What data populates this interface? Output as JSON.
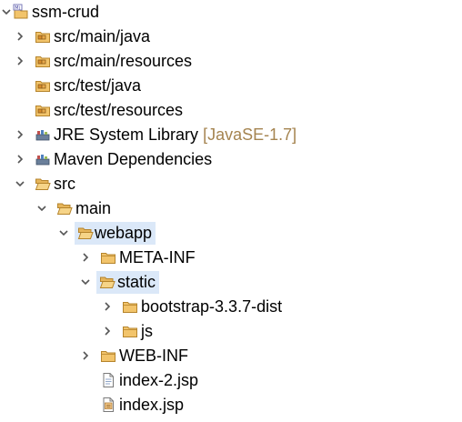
{
  "project": {
    "name": "ssm-crud"
  },
  "tree": {
    "items": [
      {
        "label": "src/main/java"
      },
      {
        "label": "src/main/resources"
      },
      {
        "label": "src/test/java"
      },
      {
        "label": "src/test/resources"
      },
      {
        "label": "JRE System Library",
        "decoration": "[JavaSE-1.7]"
      },
      {
        "label": "Maven Dependencies"
      },
      {
        "label": "src"
      },
      {
        "label": "main"
      },
      {
        "label": "webapp"
      },
      {
        "label": "META-INF"
      },
      {
        "label": "static"
      },
      {
        "label": "bootstrap-3.3.7-dist"
      },
      {
        "label": "js"
      },
      {
        "label": "WEB-INF"
      },
      {
        "label": "index-2.jsp"
      },
      {
        "label": "index.jsp"
      }
    ]
  },
  "colors": {
    "selection_bg": "#dbe8f8",
    "decoration_text": "#a58450",
    "chevron": "#555555",
    "folder_fill": "#f2c46b",
    "folder_stroke": "#b5842c"
  },
  "icons": {
    "collapsed": "chevron-right-icon",
    "expanded": "chevron-down-icon",
    "project": "maven-project-icon",
    "source_folder": "package-folder-icon",
    "library": "library-icon",
    "folder": "folder-icon",
    "open_folder": "folder-open-icon",
    "file": "jsp-file-icon"
  }
}
